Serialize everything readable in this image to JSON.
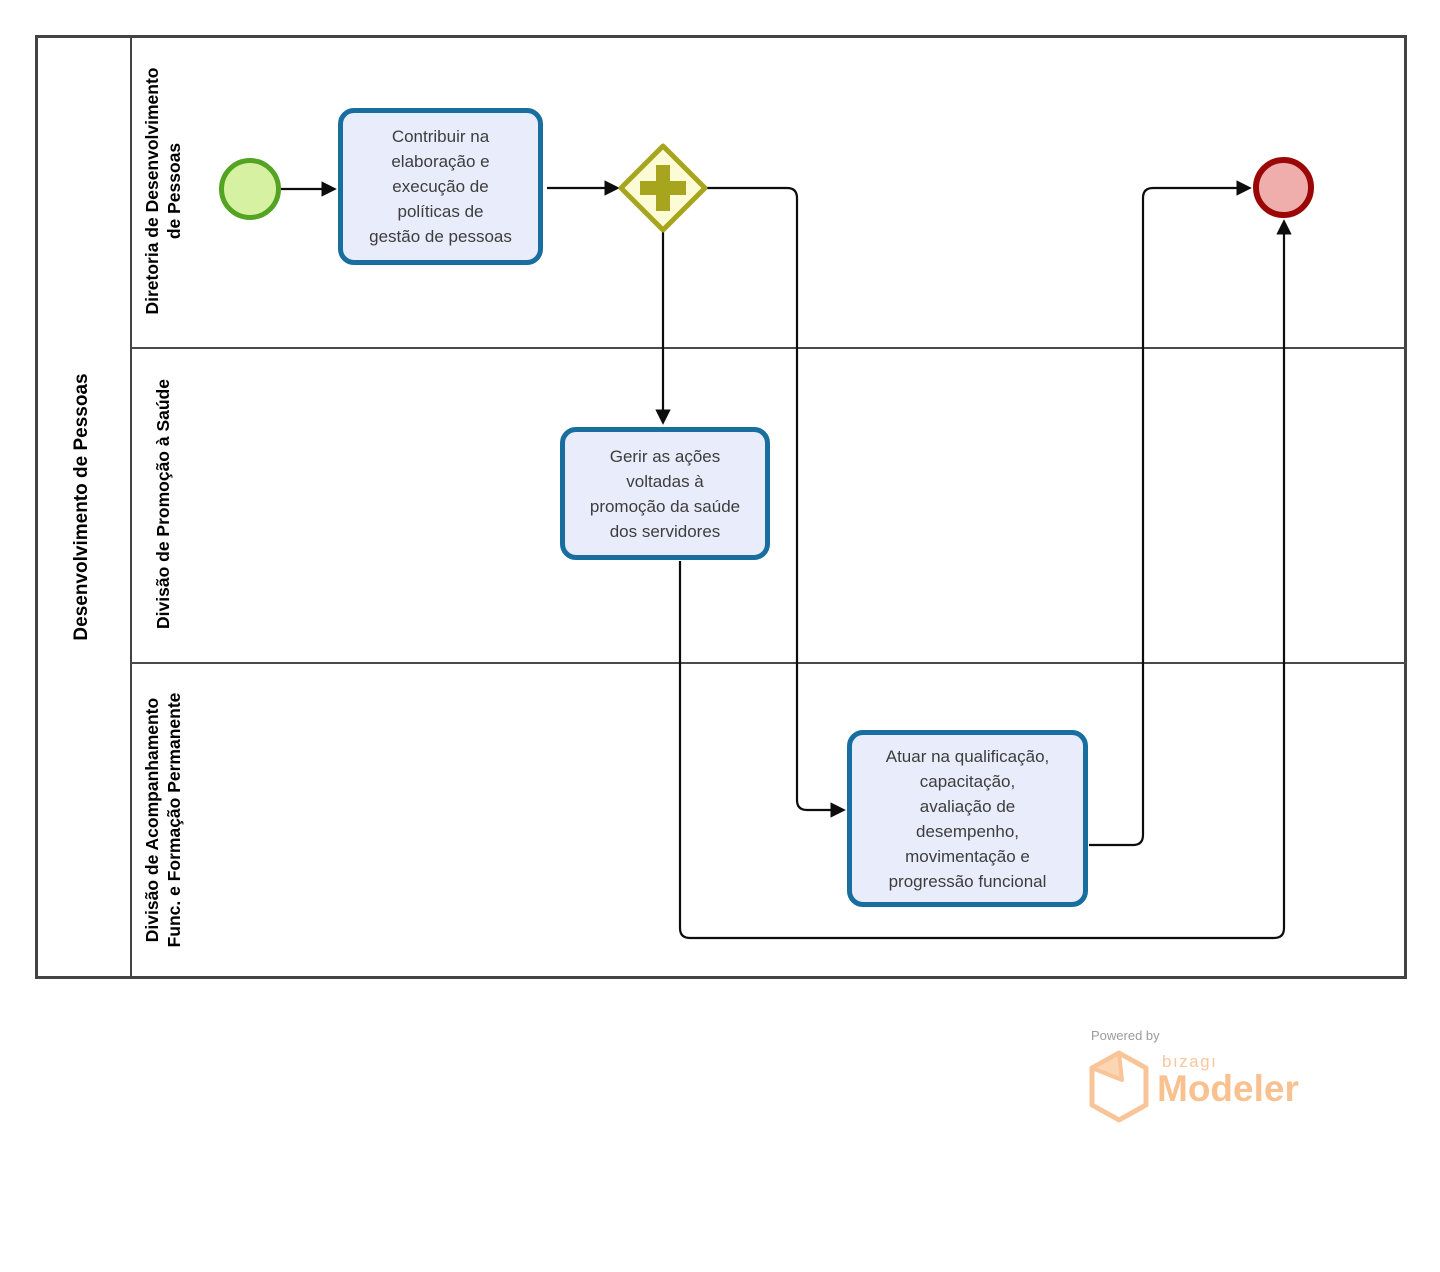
{
  "pool": {
    "name": "Desenvolvimento de Pessoas"
  },
  "lanes": [
    {
      "name": "Diretoria de Desenvolvimento\nde Pessoas"
    },
    {
      "name": "Divisão de Promoção à Saúde"
    },
    {
      "name": "Divisão de Acompanhamento\nFunc. e Formação Permanente"
    }
  ],
  "tasks": [
    {
      "id": "task-contribuir",
      "lane": 0,
      "label": "Contribuir na\nelaboração e\nexecução de\npolíticas de\ngestão de pessoas"
    },
    {
      "id": "task-gerir",
      "lane": 1,
      "label": "Gerir as ações\nvoltadas à\npromoção da saúde\ndos servidores"
    },
    {
      "id": "task-atuar",
      "lane": 2,
      "label": "Atuar na qualificação,\ncapacitação,\navaliação de\ndesempenho,\nmovimentação e\nprogressão funcional"
    }
  ],
  "events": {
    "start": {
      "type": "start-event",
      "lane": 0
    },
    "end": {
      "type": "end-event",
      "lane": 0
    }
  },
  "gateway": {
    "type": "parallel-gateway",
    "lane": 0
  },
  "flows": [
    {
      "from": "start-event",
      "to": "task-contribuir"
    },
    {
      "from": "task-contribuir",
      "to": "parallel-gateway"
    },
    {
      "from": "parallel-gateway",
      "to": "task-gerir"
    },
    {
      "from": "parallel-gateway",
      "to": "task-atuar"
    },
    {
      "from": "task-gerir",
      "to": "end-event"
    },
    {
      "from": "task-atuar",
      "to": "end-event"
    }
  ],
  "footer": {
    "powered_by": "Powered by",
    "brand": "bızagı",
    "product": "Modeler"
  },
  "colors": {
    "task_fill": "#e9ecfa",
    "task_border": "#186f9f",
    "gateway_fill": "#fbfbd5",
    "gateway_border": "#a6a51d",
    "start_fill": "#d6f1a1",
    "start_border": "#54a322",
    "end_fill": "#efaeac",
    "end_border": "#9b0707",
    "flow_line": "#0d0d0d",
    "pool_border": "#434343",
    "logo_orange": "#f9c18f",
    "powered_by_gray": "#9b9b9b"
  }
}
